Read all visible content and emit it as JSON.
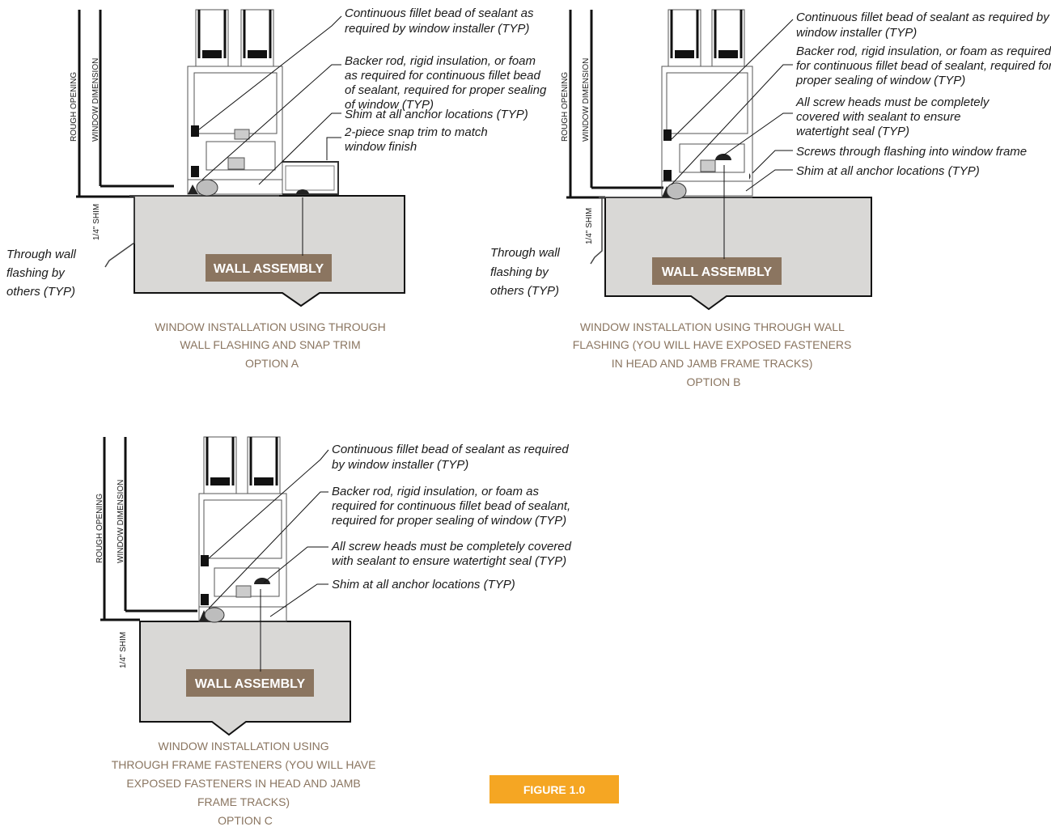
{
  "colors": {
    "wall_fill": "#d9d8d6",
    "label_box": "#8b7560",
    "caption": "#8a7560",
    "figure_box": "#f5a623",
    "sealant": "#222222",
    "backer_rod": "#bdbdbd"
  },
  "dimension_labels": {
    "rough_opening": "ROUGH OPENING",
    "window_dimension": "WINDOW DIMENSION",
    "shim": "1/4\" SHIM"
  },
  "wall_label": "WALL ASSEMBLY",
  "figure_label": "FIGURE 1.0",
  "detail_a": {
    "notes": [
      [
        "Continuous fillet bead of sealant as",
        "required by window installer (TYP)"
      ],
      [
        "Backer rod, rigid insulation, or foam",
        "as required for continuous fillet bead",
        "of sealant, required for proper sealing",
        "of window (TYP)"
      ],
      [
        "Shim at all anchor locations (TYP)"
      ],
      [
        "2-piece snap trim to match",
        "window finish"
      ]
    ],
    "flashing_note": [
      "Through wall",
      "flashing by",
      "others (TYP)"
    ],
    "caption": [
      "WINDOW INSTALLATION USING THROUGH",
      "WALL FLASHING AND SNAP TRIM",
      "OPTION A"
    ]
  },
  "detail_b": {
    "notes": [
      [
        "Continuous fillet bead of sealant as required by",
        "window installer (TYP)"
      ],
      [
        "Backer rod, rigid insulation, or foam as required",
        "for continuous fillet bead of sealant, required for",
        "proper sealing of window (TYP)"
      ],
      [
        "All screw heads must be completely",
        "covered with sealant to ensure",
        "watertight seal (TYP)"
      ],
      [
        "Screws through flashing into window frame"
      ],
      [
        "Shim at all anchor locations (TYP)"
      ]
    ],
    "flashing_note": [
      "Through wall",
      "flashing by",
      "others (TYP)"
    ],
    "caption": [
      "WINDOW INSTALLATION USING THROUGH WALL",
      "FLASHING (YOU WILL HAVE EXPOSED FASTENERS",
      "IN HEAD AND JAMB FRAME TRACKS)",
      "OPTION B"
    ]
  },
  "detail_c": {
    "notes": [
      [
        "Continuous fillet bead of sealant as required",
        "by window installer (TYP)"
      ],
      [
        "Backer rod, rigid insulation, or foam as",
        "required for continuous fillet bead of sealant,",
        "required for proper sealing of window (TYP)"
      ],
      [
        "All screw heads must be completely covered",
        "with sealant to ensure watertight seal (TYP)"
      ],
      [
        "Shim at all anchor locations (TYP)"
      ]
    ],
    "caption": [
      "WINDOW INSTALLATION USING",
      "THROUGH FRAME FASTENERS (YOU WILL HAVE",
      "EXPOSED FASTENERS IN HEAD AND JAMB",
      "FRAME TRACKS)",
      "OPTION C"
    ]
  }
}
